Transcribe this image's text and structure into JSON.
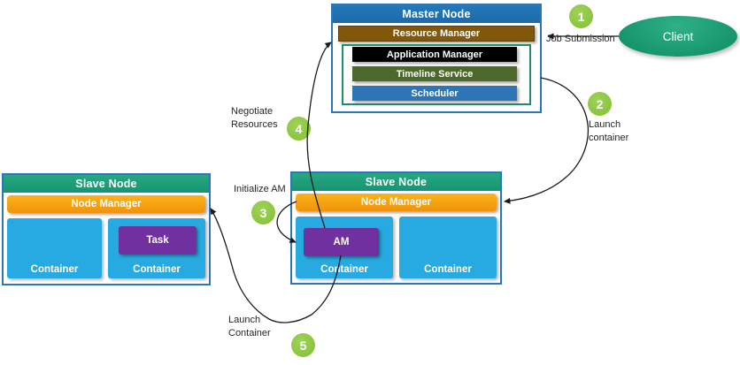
{
  "master_node": {
    "title": "Master Node",
    "resource_manager": "Resource Manager",
    "application_manager": "Application Manager",
    "timeline_service": "Timeline Service",
    "scheduler": "Scheduler"
  },
  "client": {
    "label": "Client"
  },
  "slave_node_left": {
    "title": "Slave Node",
    "node_manager": "Node Manager",
    "container_1": "Container",
    "container_2": "Container",
    "task": "Task"
  },
  "slave_node_right": {
    "title": "Slave Node",
    "node_manager": "Node Manager",
    "container_1": "Container",
    "container_2": "Container",
    "am": "AM"
  },
  "steps": {
    "step1": {
      "number": "1",
      "label": "Job Submission"
    },
    "step2": {
      "number": "2",
      "label": "Launch container"
    },
    "step3": {
      "number": "3",
      "label": "Initialize AM"
    },
    "step4": {
      "number": "4",
      "label": "Negotiate Resources"
    },
    "step5": {
      "number": "5",
      "label": "Launch Container"
    }
  },
  "colors": {
    "master_header_blue": "#1F6FAF",
    "resource_manager_brown": "#815809",
    "application_manager_black": "#000000",
    "timeline_service_olive": "#4C682B",
    "scheduler_blue": "#2E75B6",
    "slave_header_green": "#1EA17A",
    "node_manager_orange": "#F7A212",
    "container_cyan": "#27AAE1",
    "task_am_purple": "#7030A0",
    "client_green": "#1C9C74",
    "step_circle_green": "#8DC63F",
    "frame_border_blue": "#2E75B6",
    "inner_frame_border_green": "#1F8C6E"
  }
}
